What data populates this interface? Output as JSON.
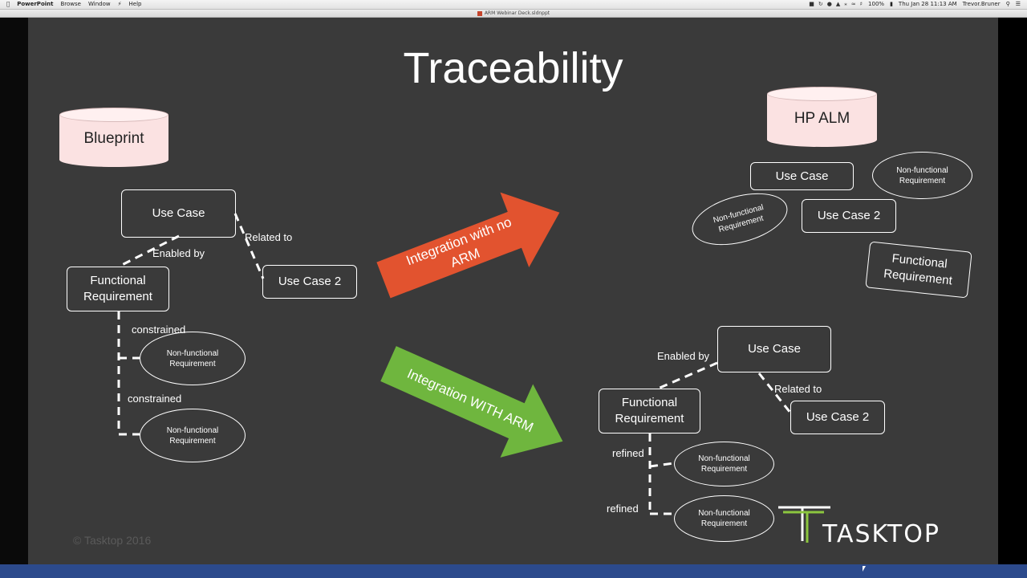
{
  "menubar": {
    "items": [
      "PowerPoint",
      "Browse",
      "Window",
      "Help"
    ],
    "battery": "100%",
    "clock": "Thu Jan 28  11:13 AM",
    "user": "Trevor.Bruner"
  },
  "window": {
    "title": "ARM Webinar Deck.sldnppt"
  },
  "slide": {
    "title": "Traceability",
    "blueprint": {
      "db_label": "Blueprint",
      "use_case": "Use Case",
      "use_case_2": "Use Case 2",
      "functional": "Functional Requirement",
      "nonfunc_1": "Non-functional Requirement",
      "nonfunc_2": "Non-functional Requirement",
      "rel_enabled_by": "Enabled by",
      "rel_related_to": "Related to",
      "rel_constrained_1": "constrained",
      "rel_constrained_2": "constrained"
    },
    "arrow_no_arm": "Integration with no ARM",
    "arrow_with_arm": "Integration WITH ARM",
    "alm": {
      "db_label": "HP ALM",
      "use_case": "Use Case",
      "use_case_2": "Use Case 2",
      "functional": "Functional Requirement",
      "nonfunc_1": "Non-functional Requirement",
      "nonfunc_2": "Non-functional Requirement"
    },
    "arm": {
      "use_case": "Use Case",
      "use_case_2": "Use Case 2",
      "functional": "Functional Requirement",
      "nonfunc_1": "Non-functional Requirement",
      "nonfunc_2": "Non-functional Requirement",
      "rel_enabled_by": "Enabled by",
      "rel_related_to": "Related to",
      "rel_refined_1": "refined",
      "rel_refined_2": "refined"
    },
    "copyright": "© Tasktop 2016",
    "logo_text": "TASKTOP"
  },
  "colors": {
    "slide_bg": "#3a3a3a",
    "arrow_red": "#e2532f",
    "arrow_green": "#6fb63e",
    "db_fill": "#fbe2e2",
    "logo_green": "#8cc63f"
  }
}
